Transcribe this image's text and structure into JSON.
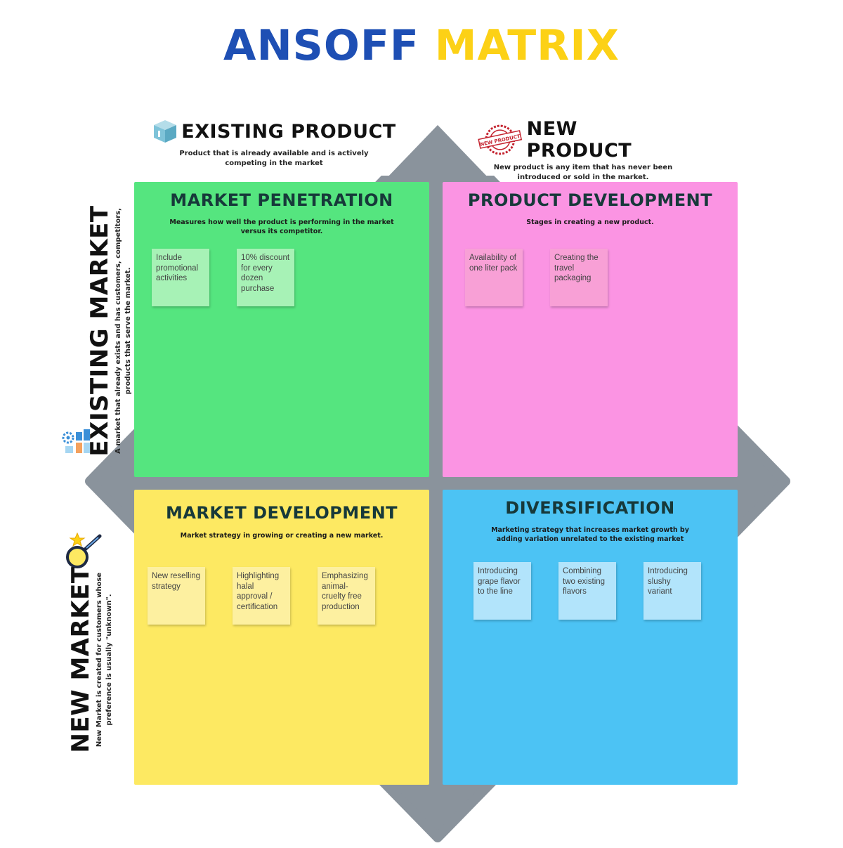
{
  "title": {
    "word1": "ANSOFF",
    "word2": "MATRIX"
  },
  "colors": {
    "title_blue": "#1e4fb4",
    "title_yellow": "#fcd116",
    "green": "#55e57f",
    "pink": "#fb94e3",
    "yellow": "#fde962",
    "blue": "#4cc3f4",
    "diamond": "#8a939c"
  },
  "columns": {
    "existing_product": {
      "icon": "package-box-icon",
      "name": "EXISTING PRODUCT",
      "desc_line1": "Product that is already available and is actively",
      "desc_line2": "competing in the market"
    },
    "new_product": {
      "icon": "new-product-stamp-icon",
      "stamp_text": "NEW PRODUCT",
      "name": "NEW PRODUCT",
      "desc_line1": "New product is any item that has never been",
      "desc_line2": "introduced or sold in the market."
    }
  },
  "rows": {
    "existing_market": {
      "icon": "market-chart-icon",
      "name": "EXISTING MARKET",
      "desc_line1": "A market that already exists and has customers, competitors,",
      "desc_line2": "products that serve the market."
    },
    "new_market": {
      "icon": "magnifier-star-icon",
      "name": "NEW MARKET",
      "desc_line1": "New Market is created for customers whose",
      "desc_line2": "preference is usually \"unknown\"."
    }
  },
  "quadrants": {
    "market_penetration": {
      "title": "MARKET PENETRATION",
      "desc_line1": "Measures how well the product is performing in the market",
      "desc_line2": "versus its competitor.",
      "notes": [
        "Include promotional activities",
        "10% discount for every dozen purchase"
      ]
    },
    "product_development": {
      "title": "PRODUCT DEVELOPMENT",
      "desc_line1": "Stages in creating a new product.",
      "notes": [
        "Availability of one liter pack",
        "Creating the travel packaging"
      ]
    },
    "market_development": {
      "title": "MARKET DEVELOPMENT",
      "desc_line1": "Market strategy in growing or creating a new market.",
      "notes": [
        "New reselling strategy",
        "Highlighting halal approval / certification",
        "Emphasizing animal-cruelty free production"
      ]
    },
    "diversification": {
      "title": "DIVERSIFICATION",
      "desc_line1": "Marketing strategy that increases market growth by",
      "desc_line2": "adding variation unrelated to the existing market",
      "notes": [
        "Introducing grape flavor to the line",
        "Combining two existing flavors",
        "Introducing slushy variant"
      ]
    }
  }
}
